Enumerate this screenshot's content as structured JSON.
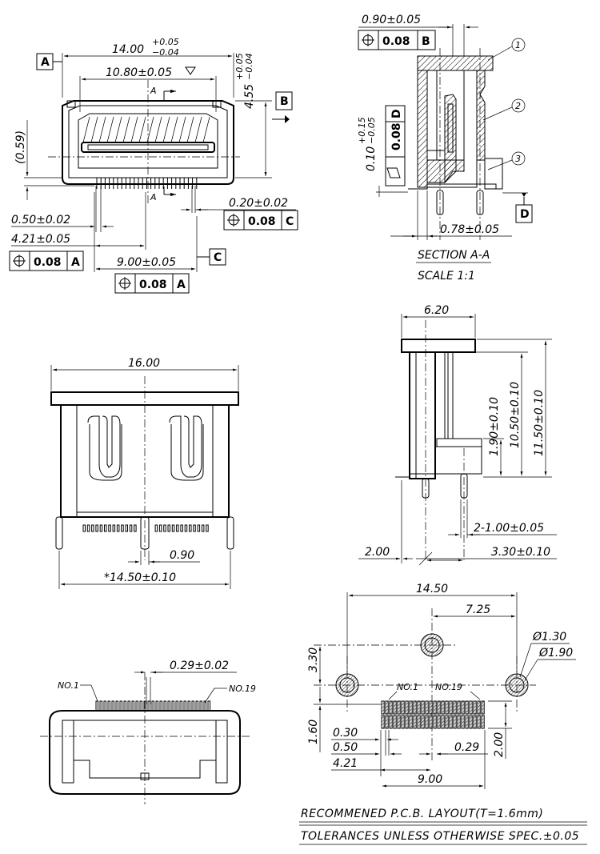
{
  "top_left": {
    "dim_width": "14.00",
    "tol_width_upper": "+0.05",
    "tol_width_lower": "−0.04",
    "dim_inner_width": "10.80±0.05",
    "dim_height": "4.55",
    "tol_height_upper": "+0.05",
    "tol_height_lower": "−0.04",
    "dim_059": "(0.59)",
    "dim_020": "0.20±0.02",
    "dim_050": "0.50±0.02",
    "dim_421": "4.21±0.05",
    "dim_900": "9.00±0.05",
    "datum_a": "A",
    "datum_b": "B",
    "datum_c": "C",
    "section_mark": "A",
    "fcf_c_value": "0.08",
    "fcf_c_ref": "C",
    "fcf_a1_value": "0.08",
    "fcf_a1_ref": "A",
    "fcf_a2_value": "0.08",
    "fcf_a2_ref": "A"
  },
  "top_right": {
    "dim_090": "0.90±0.05",
    "fcf_b_value": "0.08",
    "fcf_b_ref": "B",
    "dim_010": "0.10",
    "tol_010_upper": "+0.15",
    "tol_010_lower": "−0.05",
    "fcf_d_value": "0.08",
    "fcf_d_ref": "D",
    "dim_078": "0.78±0.05",
    "datum_d": "D",
    "callout_1": "1",
    "callout_2": "2",
    "callout_3": "3",
    "section_title": "SECTION A-A",
    "section_scale": "SCALE 1:1"
  },
  "mid_left": {
    "dim_1600": "16.00",
    "dim_090": "0.90",
    "dim_1450": "*14.50±0.10"
  },
  "mid_right": {
    "dim_620": "6.20",
    "dim_190": "1.90±0.10",
    "dim_1050": "10.50±0.10",
    "dim_1150": "11.50±0.10",
    "dim_2x100": "2-1.00±0.05",
    "dim_200": "2.00",
    "dim_330": "3.30±0.10"
  },
  "bottom_left": {
    "dim_029": "0.29±0.02",
    "pin_first": "NO.1",
    "pin_last": "NO.19"
  },
  "bottom_right": {
    "dim_1450": "14.50",
    "dim_725": "7.25",
    "dim_130": "Ø1.30",
    "dim_190": "Ø1.90",
    "dim_330": "3.30",
    "pin_first": "NO.1",
    "pin_last": "NO.19",
    "dim_160": "1.60",
    "dim_030": "0.30",
    "dim_050": "0.50",
    "dim_421": "4.21",
    "dim_029": "0.29",
    "dim_200": "2.00",
    "dim_900": "9.00"
  },
  "notes": {
    "pcb_layout": "RECOMMENED P.C.B. LAYOUT(T=1.6mm)",
    "tolerances": "TOLERANCES UNLESS OTHERWISE SPEC.±0.05"
  }
}
